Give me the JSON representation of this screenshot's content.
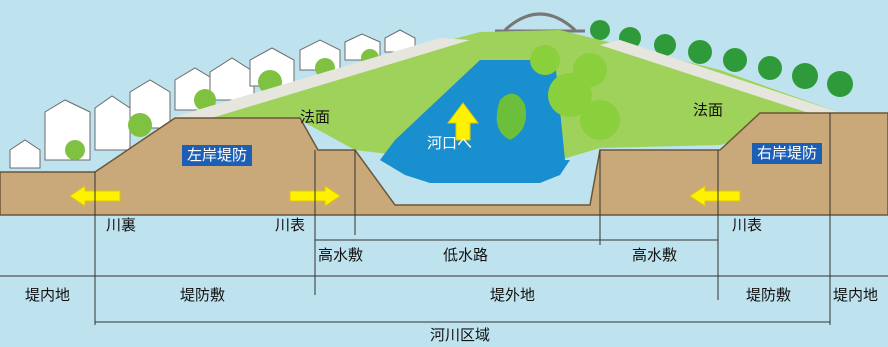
{
  "labels": {
    "left_levee": "左岸堤防",
    "right_levee": "右岸堤防",
    "slope_left": "法面",
    "slope_right": "法面",
    "to_estuary": "河口へ",
    "kawaura_left_outer": "川裏",
    "kawaomote_left": "川表",
    "kawaomote_right": "川表",
    "high_water_left": "高水敷",
    "low_water_channel": "低水路",
    "high_water_right": "高水敷",
    "inland_left": "堤内地",
    "levee_site_left": "堤防敷",
    "outside_levee": "堤外地",
    "levee_site_right": "堤防敷",
    "inland_right": "堤内地",
    "river_area": "河川区域"
  },
  "colors": {
    "sky": "#bfe3ee",
    "earth": "#c9a97a",
    "grass": "#8cc63f",
    "water": "#1a8fd0",
    "label_box": "#1d5fb5",
    "arrow": "#fff200"
  }
}
